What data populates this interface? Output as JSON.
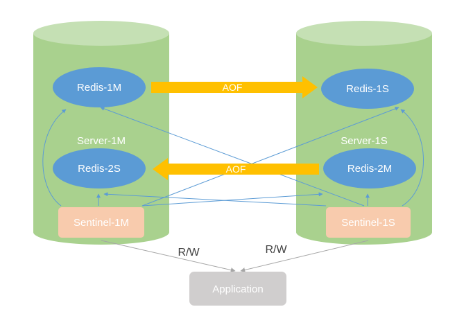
{
  "servers": {
    "left": {
      "label": "Server-1M"
    },
    "right": {
      "label": "Server-1S"
    }
  },
  "nodes": {
    "redis_1m": {
      "label": "Redis-1M"
    },
    "redis_2s": {
      "label": "Redis-2S"
    },
    "redis_1s": {
      "label": "Redis-1S"
    },
    "redis_2m": {
      "label": "Redis-2M"
    },
    "sentinel_1m": {
      "label": "Sentinel-1M"
    },
    "sentinel_1s": {
      "label": "Sentinel-1S"
    },
    "application": {
      "label": "Application"
    }
  },
  "links": {
    "aof_top": {
      "label": "AOF"
    },
    "aof_bottom": {
      "label": "AOF"
    },
    "rw_left": {
      "label": "R/W"
    },
    "rw_right": {
      "label": "R/W"
    }
  },
  "colors": {
    "cylinder_body": "#a9d18e",
    "cylinder_top": "#c5e0b4",
    "redis_node": "#5b9bd5",
    "sentinel_node": "#f8cbad",
    "application_node": "#d0cece",
    "aof_arrow": "#ffc000",
    "monitor_line": "#5b9bd5",
    "rw_line": "#a6a6a6",
    "label_dark": "#ffffff",
    "label_server": "#ffffff",
    "label_rw": "#404040"
  }
}
